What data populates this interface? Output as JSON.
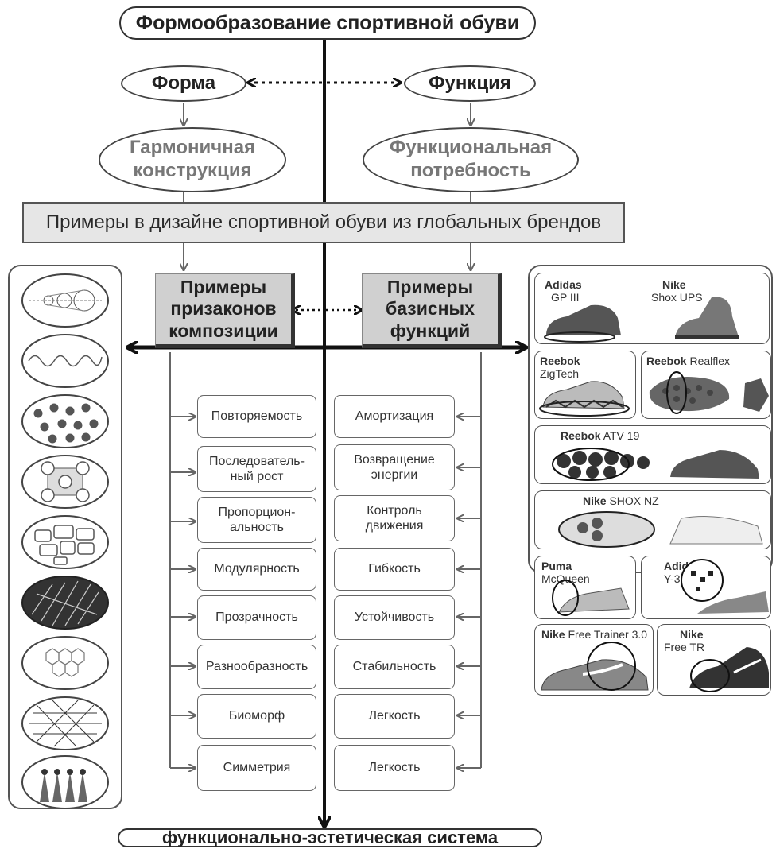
{
  "title": "Формообразование спортивной обуви",
  "form": "Форма",
  "function": "Функция",
  "harmonic": [
    "Гармоничная",
    "конструкция"
  ],
  "functional_need": [
    "Функциональная",
    "потребность"
  ],
  "banner": "Примеры в дизайне спортивной обуви из глобальных брендов",
  "composition_box": [
    "Примеры",
    "призаконов",
    "композиции"
  ],
  "functions_box": [
    "Примеры",
    "базисных",
    "функций"
  ],
  "composition_items": [
    "Повторяемость",
    "Последователь-\nный рост",
    "Пропорцион-\nальность",
    "Модулярность",
    "Прозрачность",
    "Разнообразность",
    "Биоморф",
    "Симметрия"
  ],
  "function_items": [
    "Амортизация",
    "Возвращение\nэнергии",
    "Контроль\nдвижения",
    "Гибкость",
    "Устойчивость",
    "Стабильность",
    "Легкость",
    "Легкость"
  ],
  "bottom": "функционально-эстетическая система",
  "shoes": [
    {
      "brand": "Adidas",
      "model": "GP III"
    },
    {
      "brand": "Nike",
      "model": "Shox UPS"
    },
    {
      "brand": "Reebok",
      "model": "ZigTech"
    },
    {
      "brand": "Reebok",
      "model": "Realflex"
    },
    {
      "brand": "Reebok",
      "model": "ATV 19"
    },
    {
      "brand": "Nike",
      "model": "SHOX NZ"
    },
    {
      "brand": "Puma",
      "model": "McQueen"
    },
    {
      "brand": "Adidas",
      "model": "Y-3 Honja"
    },
    {
      "brand": "Nike",
      "model": "Free Trainer 3.0"
    },
    {
      "brand": "Nike",
      "model": "Free TR"
    }
  ]
}
